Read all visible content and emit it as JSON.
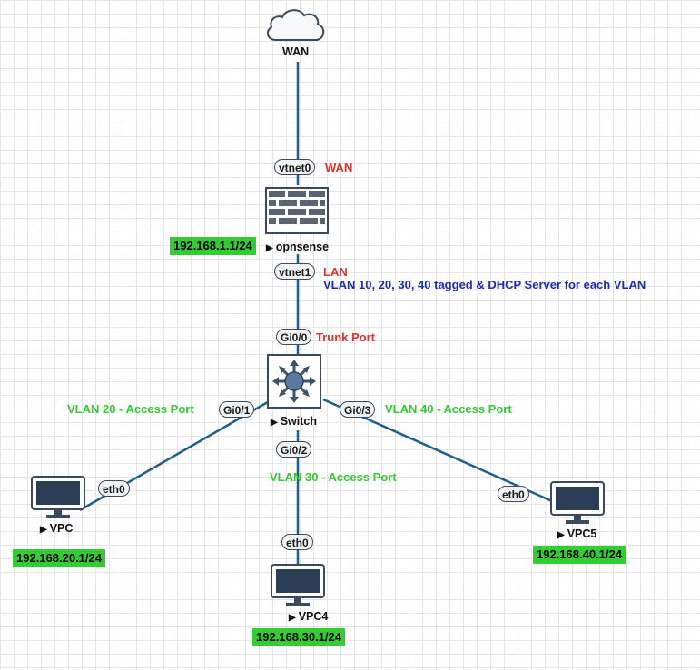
{
  "nodes": {
    "wan": {
      "name": "WAN"
    },
    "firewall": {
      "name": "opnsense",
      "ip": "192.168.1.1/24"
    },
    "switch": {
      "name": "Switch"
    },
    "vpc": {
      "name": "VPC",
      "ip": "192.168.20.1/24"
    },
    "vpc4": {
      "name": "VPC4",
      "ip": "192.168.30.1/24"
    },
    "vpc5": {
      "name": "VPC5",
      "ip": "192.168.40.1/24"
    }
  },
  "interfaces": {
    "vtnet0": "vtnet0",
    "vtnet1": "vtnet1",
    "gi00": "Gi0/0",
    "gi01": "Gi0/1",
    "gi02": "Gi0/2",
    "gi03": "Gi0/3",
    "vpc_eth0": "eth0",
    "vpc4_eth0": "eth0",
    "vpc5_eth0": "eth0"
  },
  "annotations": {
    "wan": "WAN",
    "lan": "LAN",
    "vlan_note": "VLAN 10, 20, 30, 40  tagged & DHCP Server for each VLAN",
    "trunk": "Trunk Port",
    "vlan20": "VLAN 20 - Access Port",
    "vlan30": "VLAN 30 - Access Port",
    "vlan40": "VLAN 40 - Access Port"
  },
  "colors": {
    "link": "#1f5f86",
    "annotation_red": "#e03030",
    "annotation_blue": "#1f2ab8",
    "annotation_green": "#33cc33",
    "ip_badge": "#33cc33"
  }
}
